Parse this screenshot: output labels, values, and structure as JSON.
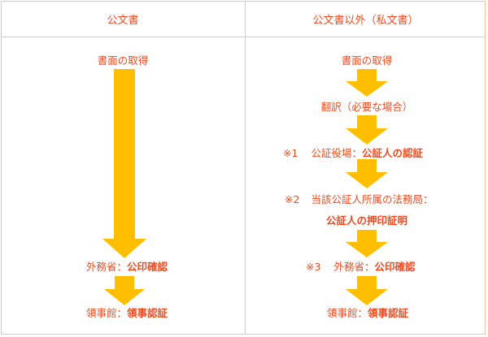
{
  "colors": {
    "accent_text": "#ef4a1f",
    "arrow": "#ffbf00",
    "border": "#e8c7a9"
  },
  "left": {
    "header": "公文書",
    "step1": "書面の取得",
    "step2_plain": "外務省：",
    "step2_bold": "公印確認",
    "step3_plain": "領事館：",
    "step3_bold": "領事認証"
  },
  "right": {
    "header": "公文書以外（私文書）",
    "step1": "書面の取得",
    "step2": "翻訳（必要な場合）",
    "note1_mark": "※1",
    "note1_plain": "公証役場：",
    "note1_bold": "公証人の認証",
    "note2_mark": "※2",
    "note2_plain": "当該公証人所属の法務局：",
    "note2_bold": "公証人の押印証明",
    "note3_mark": "※3",
    "note3_plain": "外務省：",
    "note3_bold": "公印確認",
    "step_last_plain": "領事館：",
    "step_last_bold": "領事認証"
  }
}
